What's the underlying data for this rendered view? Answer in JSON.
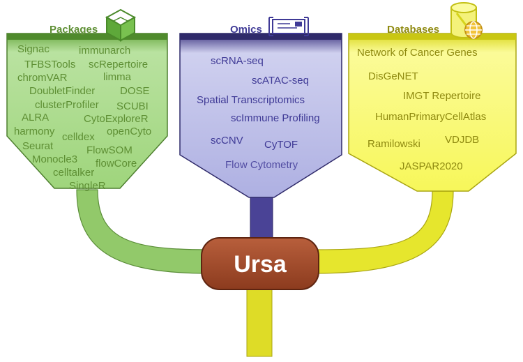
{
  "packages": {
    "title": "Packages",
    "icon": "cube-icon",
    "color": "#7bbf52",
    "text_color": "#5e8f34",
    "items": [
      "Signac",
      "immunarch",
      "TFBSTools",
      "scRepertoire",
      "chromVAR",
      "limma",
      "DoubletFinder",
      "DOSE",
      "clusterProfiler",
      "SCUBI",
      "ALRA",
      "CytoExploreR",
      "harmony",
      "celldex",
      "openCyto",
      "Seurat",
      "FlowSOM",
      "Monocle3",
      "flowCore",
      "celltalker",
      "SingleR"
    ]
  },
  "omics": {
    "title": "Omics",
    "icon": "sequencer-icon",
    "color": "#4a4396",
    "text_color": "#3f3a96",
    "items": [
      "scRNA-seq",
      "scATAC-seq",
      "Spatial Transcriptomics",
      "scImmune Profiling",
      "scCNV",
      "CyTOF",
      "Flow Cytometry"
    ]
  },
  "databases": {
    "title": "Databases",
    "icon": "database-globe-icon",
    "color": "#ecec2a",
    "text_color": "#8f8a10",
    "items": [
      "Network of Cancer Genes",
      "DisGeNET",
      "IMGT Repertoire",
      "HumanPrimaryCellAtlas",
      "Ramilowski",
      "VDJDB",
      "JASPAR2020"
    ]
  },
  "center": {
    "label": "Ursa",
    "color": "#a94b2a"
  }
}
